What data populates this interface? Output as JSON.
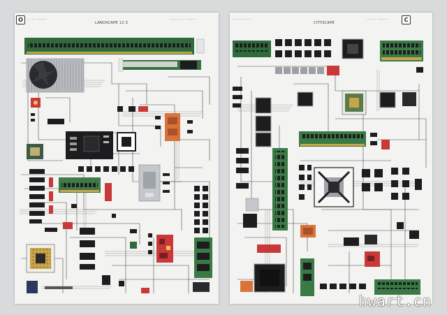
{
  "left_poster": {
    "badge_text": "O",
    "title": "LANDSCAPE 12.3",
    "subtitle_left": "··· ··· ········",
    "subtitle_right": "······ ·· ··· ········"
  },
  "right_poster": {
    "badge_text": "C",
    "title": "CITYSCAPE",
    "subtitle_left": "········ ······",
    "subtitle_right": "····· ·· ·········"
  },
  "watermark": "hwart.cn",
  "colors": {
    "paper": "#f3f3f1",
    "trace": "#4a4a4a",
    "pcb_green": "#2f6a3c",
    "chip_black": "#1d1d1f",
    "heatsink": "#b9bdc1",
    "gold": "#b8923a",
    "red_board": "#c9393a",
    "orange_board": "#d8743a"
  }
}
